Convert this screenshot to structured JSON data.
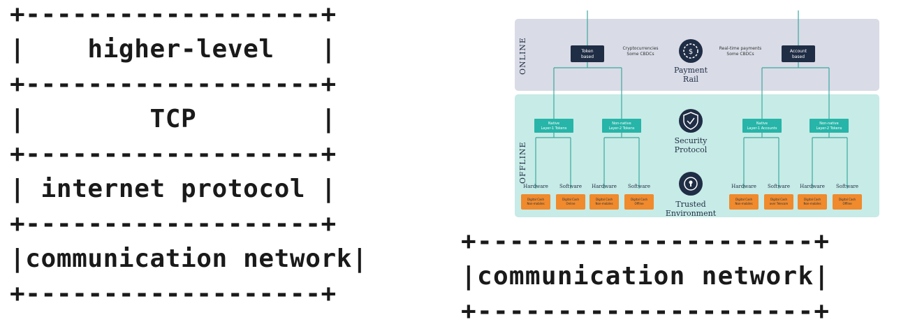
{
  "left_stack": {
    "border": "+-----------------+",
    "layers": [
      "|   higher-level  |",
      "|       TCP       |",
      "| internet protocol |",
      "|communication network|"
    ],
    "borders": [
      "+-------------------+",
      "+-------------------+",
      "+-------------------+",
      "+-------------------+",
      "+-------------------+"
    ],
    "rows": [
      "|    higher-level   |",
      "|        TCP        |",
      "| internet protocol |",
      "|communication network|"
    ]
  },
  "right_stack": {
    "border_top": "+---------------------+",
    "row": "|communication network|",
    "border_bottom": "+---------------------+"
  },
  "diagram": {
    "online_label": "ONLINE",
    "offline_label": "OFFLINE",
    "token_based": [
      "Token",
      "based"
    ],
    "account_based": [
      "Account",
      "based"
    ],
    "crypto_text": [
      "Cryptocurrencies",
      "Some CBDCs"
    ],
    "realtime_text": [
      "Real-time payments",
      "Some CBDCs"
    ],
    "payment_rail": [
      "Payment",
      "Rail"
    ],
    "security_protocol": [
      "Security",
      "Protocol"
    ],
    "trusted_environment": [
      "Trusted",
      "Environment"
    ],
    "teal_boxes": [
      [
        "Native",
        "Layer-1 Tokens"
      ],
      [
        "Non-native",
        "Layer-2 Tokens"
      ],
      [
        "Native",
        "Layer-1 Accounts"
      ],
      [
        "Non-native",
        "Layer-2 Tokens"
      ]
    ],
    "hw_sw_labels": [
      "Hardware",
      "Software",
      "Hardware",
      "Software",
      "Hardware",
      "Software",
      "Hardware",
      "Software"
    ],
    "orange_boxes": [
      [
        "Digital Cash",
        "Non-mobiles"
      ],
      [
        "Digital Cash",
        "Online"
      ],
      [
        "Digital Cash",
        "Non-mobiles"
      ],
      [
        "Digital Cash",
        "Offline"
      ],
      [
        "Digital Cash",
        "Non-mobiles"
      ],
      [
        "Digital Cash",
        "over Telecom"
      ],
      [
        "Digital Cash",
        "Non-mobiles"
      ],
      [
        "Digital Cash",
        "Offline"
      ]
    ],
    "colors": {
      "online_bg": "#d9dbe6",
      "offline_bg": "#c7ebe6",
      "navy": "#1f2d45",
      "teal": "#26b5a8",
      "line": "#3aa9a0",
      "orange": "#f08a2c"
    }
  }
}
